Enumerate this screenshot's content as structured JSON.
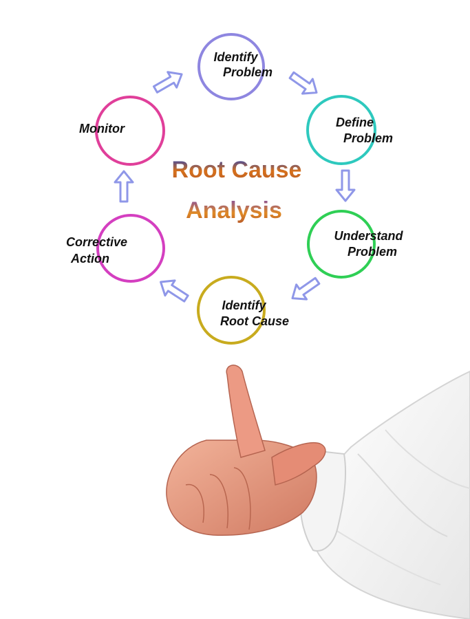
{
  "diagram": {
    "title_line1": "Root Cause",
    "title_line2": "Analysis",
    "steps": [
      {
        "line1": "Identify",
        "line2": "Problem",
        "color": "#8e86e0"
      },
      {
        "line1": "Define",
        "line2": "Problem",
        "color": "#2ec9be"
      },
      {
        "line1": "Understand",
        "line2": "Problem",
        "color": "#2fcf55"
      },
      {
        "line1": "Identify",
        "line2": "Root Cause",
        "color": "#c8ab1e"
      },
      {
        "line1": "Corrective",
        "line2": "Action",
        "color": "#d43fc0"
      },
      {
        "line1": "Monitor",
        "line2": "",
        "color": "#e03f9a"
      }
    ],
    "arrow_color": "#8f97e8",
    "title_gradient": [
      "#1c3fbf",
      "#d9721a",
      "#8a4aa0"
    ],
    "icons": [
      "arrow-icon",
      "pointing-hand-icon"
    ]
  }
}
